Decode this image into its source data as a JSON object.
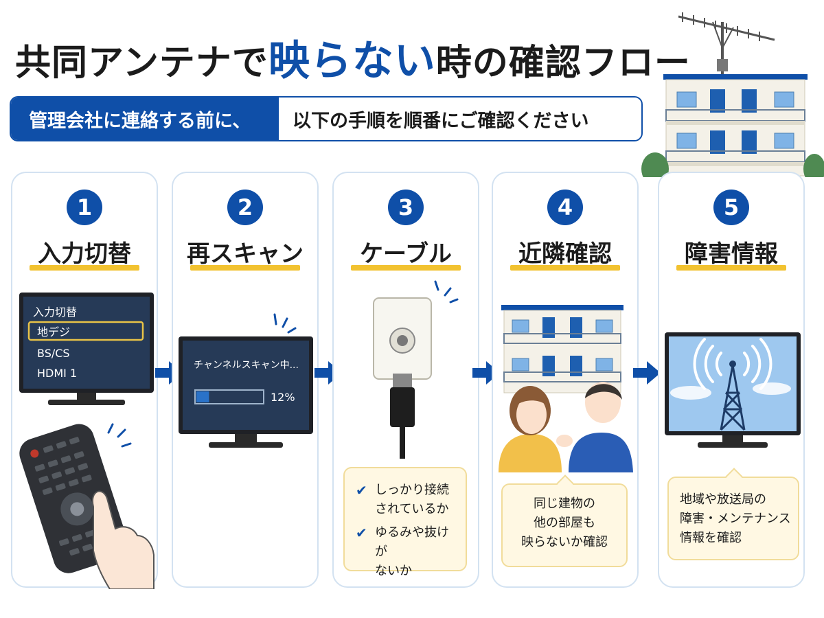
{
  "title": {
    "prefix": "共同アンテナで",
    "accent": "映らない",
    "suffix": "時の確認フロー"
  },
  "banner": {
    "left": "管理会社に連絡する前に、",
    "right": "以下の手順を順番にご確認ください"
  },
  "colors": {
    "primary": "#0f4fa8",
    "underline": "#f2c230",
    "note_bg": "#fff8e3",
    "card_border": "#d3e2f1"
  },
  "steps": [
    {
      "num": "1",
      "title": "入力切替",
      "tv_menu": {
        "heading": "入力切替",
        "options": [
          "地デジ",
          "BS/CS",
          "HDMI 1"
        ],
        "selected": "地デジ"
      }
    },
    {
      "num": "2",
      "title": "再スキャン",
      "scan_text": "チャンネルスキャン中...",
      "progress_label": "12%",
      "progress": 0.12
    },
    {
      "num": "3",
      "title": "ケーブル",
      "checks": [
        "しっかり接続\nされているか",
        "ゆるみや抜けが\nないか"
      ]
    },
    {
      "num": "4",
      "title": "近隣確認",
      "note": [
        "同じ建物の",
        "他の部屋も",
        "映らないか確認"
      ]
    },
    {
      "num": "5",
      "title": "障害情報",
      "note": [
        "地域や放送局の",
        "障害・メンテナンス",
        "情報を確認"
      ]
    }
  ]
}
